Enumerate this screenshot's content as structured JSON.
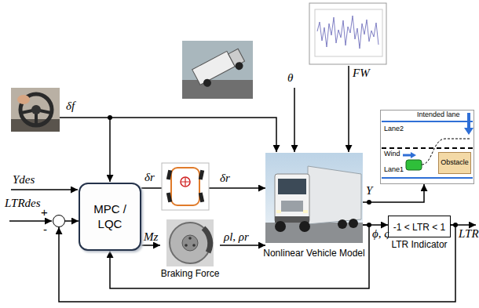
{
  "diagram": {
    "nodes": [
      {
        "text": [
          "MPC / LQC"
        ]
      },
      {
        "text": [
          "+",
          "-"
        ]
      },
      {
        "text": [
          "Braking Force"
        ]
      },
      {
        "text": [
          "Nonlinear Vehicle Model"
        ]
      },
      {
        "text": [
          "-1 < LTR < 1",
          "LTR Indicator"
        ]
      },
      {
        "text": [
          "Intended lane",
          "Lane2",
          "Lane1",
          "Wind"
        ]
      },
      {
        "text": [
          "Obstacle"
        ],
        "in": 5
      }
    ],
    "edges": [
      {
        "from": 0,
        "to": 3,
        "arrow": "to",
        "label": "δr"
      },
      {
        "from": 0,
        "to": 2,
        "arrow": "to",
        "label": "Mz"
      },
      {
        "from": 2,
        "to": 3,
        "arrow": "to",
        "label": "ρl, ρr"
      },
      {
        "from": 3,
        "to": 4,
        "arrow": "to",
        "label": "ϕ, ς"
      },
      {
        "from": 4,
        "to": 1,
        "arrow": "to"
      },
      {
        "from": 3,
        "to": 0,
        "arrow": "to"
      },
      {
        "from": 3,
        "to": 5,
        "arrow": "to",
        "label": "Y"
      },
      {
        "from": 1,
        "to": 0,
        "arrow": "to"
      }
    ],
    "labels": [
      "δf",
      "θ",
      "FW",
      "Ydes",
      "LTRdes",
      "δr",
      "LTR"
    ]
  }
}
